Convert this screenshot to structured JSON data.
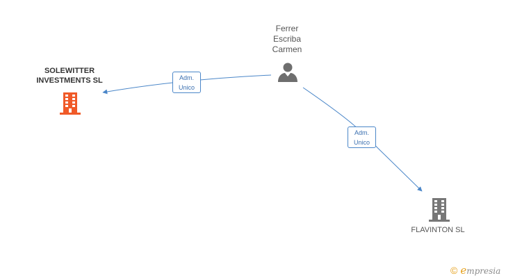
{
  "person": {
    "name_lines": [
      "Ferrer",
      "Escriba",
      "Carmen"
    ],
    "icon": "person-icon"
  },
  "companies": [
    {
      "name_lines": [
        "SOLEWITTER",
        "INVESTMENTS SL"
      ],
      "icon": "building-icon",
      "color": "#f05a28"
    },
    {
      "name": "FLAVINTON SL",
      "icon": "building-icon",
      "color": "#777777"
    }
  ],
  "relations": [
    {
      "label_lines": [
        "Adm.",
        "Unico"
      ]
    },
    {
      "label_lines": [
        "Adm.",
        "Unico"
      ]
    }
  ],
  "colors": {
    "edge": "#4a86c8",
    "highlight_company": "#f05a28",
    "company": "#777777",
    "person": "#6e6e6e"
  },
  "branding": {
    "copyright_symbol": "©",
    "brand_initial": "e",
    "brand_rest": "mpresia"
  }
}
